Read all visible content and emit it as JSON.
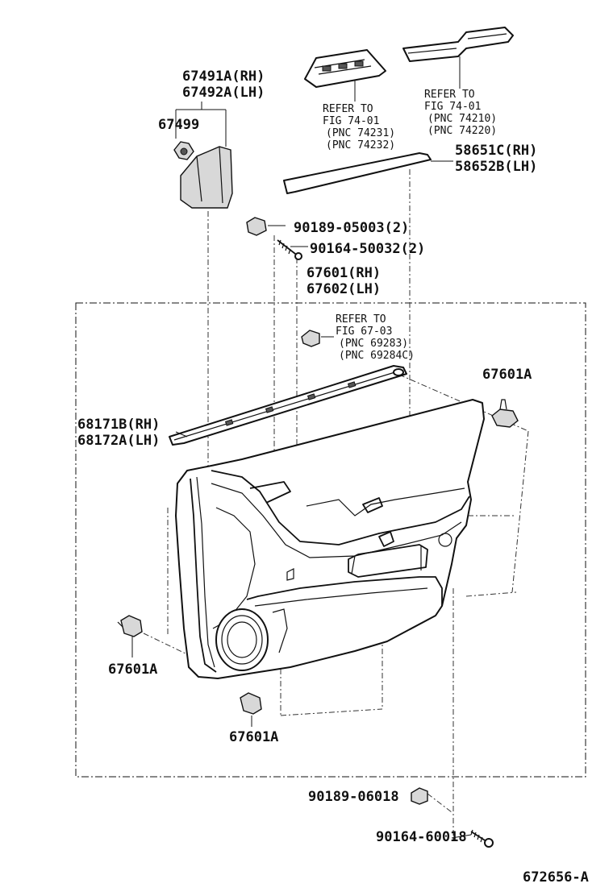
{
  "labels": {
    "p67491a": "67491A(RH)",
    "p67492a": "67492A(LH)",
    "p67499": "67499",
    "refer1_l1": "REFER TO",
    "refer1_l2": "FIG 74-01",
    "refer1_l3": "(PNC 74231)",
    "refer1_l4": "(PNC 74232)",
    "refer2_l1": "REFER TO",
    "refer2_l2": "FIG 74-01",
    "refer2_l3": "(PNC 74210)",
    "refer2_l4": "(PNC 74220)",
    "p58651c": "58651C(RH)",
    "p58652b": "58652B(LH)",
    "p90189_05003": "90189-05003(2)",
    "p90164_50032": "90164-50032(2)",
    "p67601": "67601(RH)",
    "p67602": "67602(LH)",
    "refer3_l1": "REFER TO",
    "refer3_l2": "FIG 67-03",
    "refer3_l3": "(PNC 69283)",
    "refer3_l4": "(PNC 69284C)",
    "p67601a_right": "67601A",
    "p68171b": "68171B(RH)",
    "p68172a": "68172A(LH)",
    "p67601a_left": "67601A",
    "p67601a_bottom": "67601A",
    "p90189_06018": "90189-06018",
    "p90164_60018": "90164-60018",
    "figure_id": "672656-A"
  }
}
